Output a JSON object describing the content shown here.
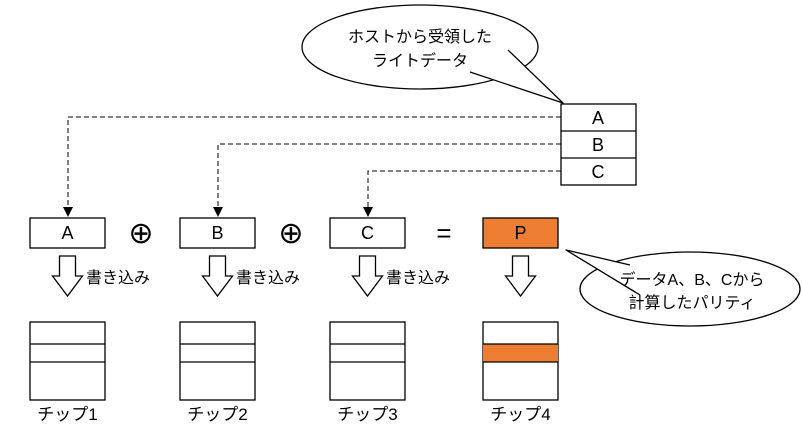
{
  "colors": {
    "accent": "#ED7D31",
    "line": "#000000",
    "background": "#FFFFFF"
  },
  "host_bubble": {
    "line1": "ホストから受領した",
    "line2": "ライトデータ"
  },
  "parity_bubble": {
    "line1": "データA、B、Cから",
    "line2": "計算したパリティ"
  },
  "write_data_stack": {
    "cells": [
      "A",
      "B",
      "C"
    ]
  },
  "equation": {
    "operand_a": "A",
    "operand_b": "B",
    "operand_c": "C",
    "xor_symbol": "⊕",
    "equals_symbol": "=",
    "parity": "P"
  },
  "write_label": "書き込み",
  "chip_labels": [
    "チップ1",
    "チップ2",
    "チップ3",
    "チップ4"
  ]
}
